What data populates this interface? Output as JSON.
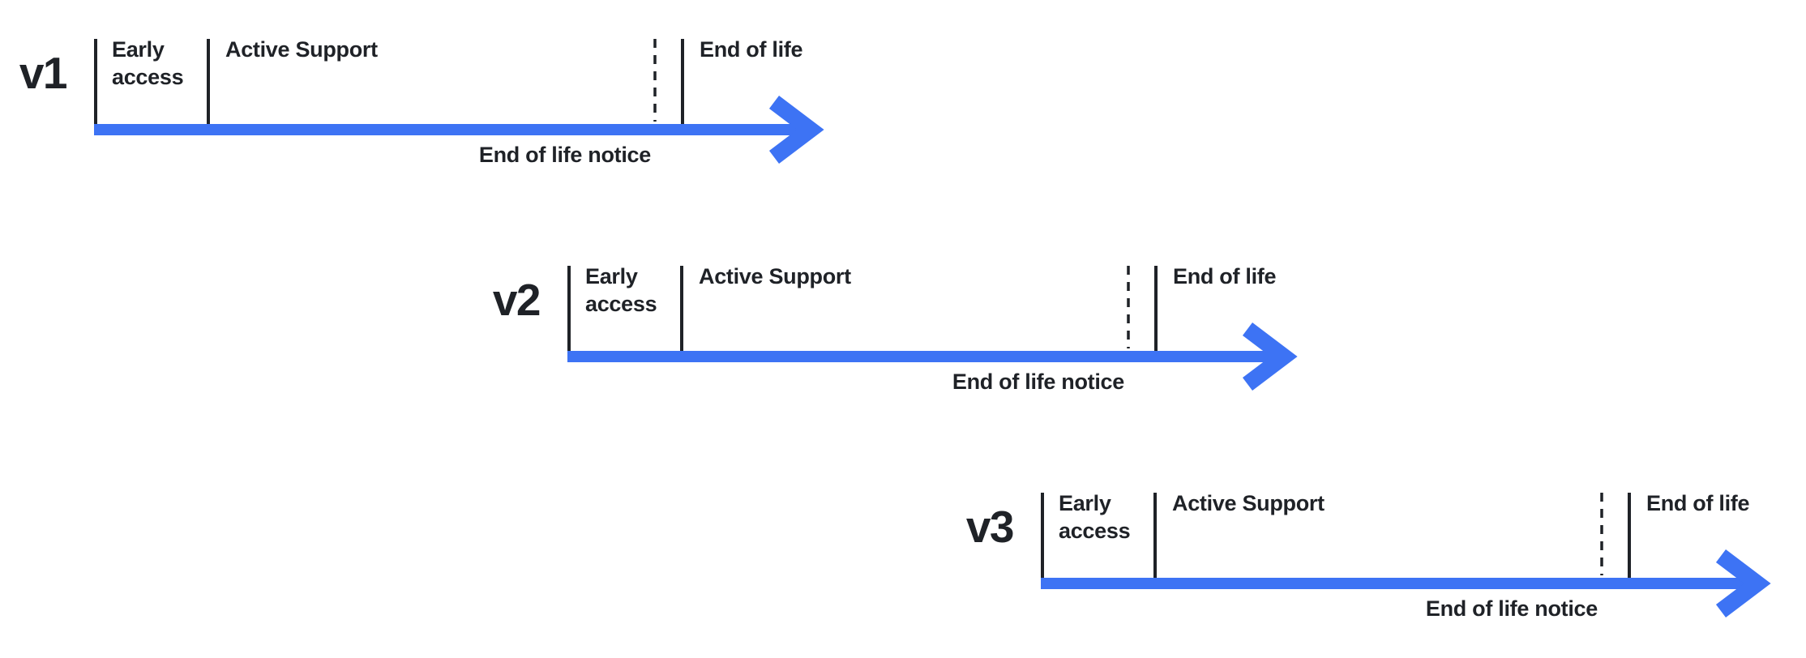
{
  "diagram": {
    "colors": {
      "background": "#ffffff",
      "arrow": "#3d73f4",
      "tick_line": "#1f2227",
      "text": "#1f2227"
    },
    "timelines": [
      {
        "version": "v1",
        "labels": {
          "early_access": "Early access",
          "active_support": "Active Support",
          "end_of_life": "End of life",
          "end_of_life_notice": "End of life notice"
        }
      },
      {
        "version": "v2",
        "labels": {
          "early_access": "Early access",
          "active_support": "Active Support",
          "end_of_life": "End of life",
          "end_of_life_notice": "End of life notice"
        }
      },
      {
        "version": "v3",
        "labels": {
          "early_access": "Early access",
          "active_support": "Active Support",
          "end_of_life": "End of life",
          "end_of_life_notice": "End of life notice"
        }
      }
    ]
  }
}
